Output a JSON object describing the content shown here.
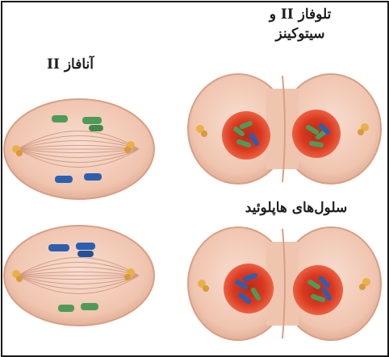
{
  "labels": {
    "anaphase_ii": "آنافاز II",
    "telophase_line1": "تلوفاز II و",
    "telophase_line2": "سیتوکینز",
    "haploid_cells": "سلول‌های هاپلوئید"
  },
  "colors": {
    "cell_fill": "#f2c9b4",
    "cell_edge": "#e0a98f",
    "nucleus_outer": "#e8452c",
    "nucleus_inner": "#c8301c",
    "chromosome_green": "#4f9a58",
    "chromosome_blue": "#2d5fb0",
    "centriole": "#e8b048",
    "spindle": "#c98f7c"
  },
  "icons": [
    "anaphase-cell",
    "telophase-cell",
    "chromosome",
    "centriole",
    "nucleus",
    "spindle-fibers"
  ]
}
